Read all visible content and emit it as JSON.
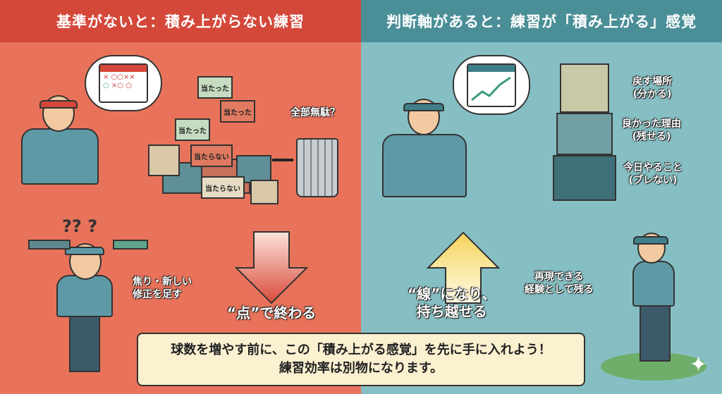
{
  "left": {
    "header": "基準がないと：積み上がらない練習",
    "blocks": [
      "当たった",
      "当たった",
      "当たった",
      "当たらない",
      "当たらない"
    ],
    "trash_label": "全部無駄？",
    "confused_marks": "?? ?",
    "impatience_label": [
      "焦り・新しい",
      "修正を足す"
    ],
    "ends_label": "“点”で終わる"
  },
  "right": {
    "header": "判断軸があると：練習が「積み上がる」感覚",
    "tower_labels": [
      {
        "line1": "戻す場所",
        "line2": "(分かる)"
      },
      {
        "line1": "良かった理由",
        "line2": "(残せる)"
      },
      {
        "line1": "今日やること",
        "line2": "(ブレない)"
      }
    ],
    "line_label": [
      "“線”になり、",
      "持ち越せる"
    ],
    "reproducible_label": [
      "再現できる",
      "経験として残る"
    ]
  },
  "banner": {
    "line1": "球数を増やす前に、この「積み上がる感覚」を先に手に入れよう！",
    "line2": "練習効率は別物になります。"
  },
  "colors": {
    "left_bg": "#e8735a",
    "left_header": "#d4483a",
    "right_bg": "#86bfc3",
    "right_header": "#4a8f97"
  }
}
